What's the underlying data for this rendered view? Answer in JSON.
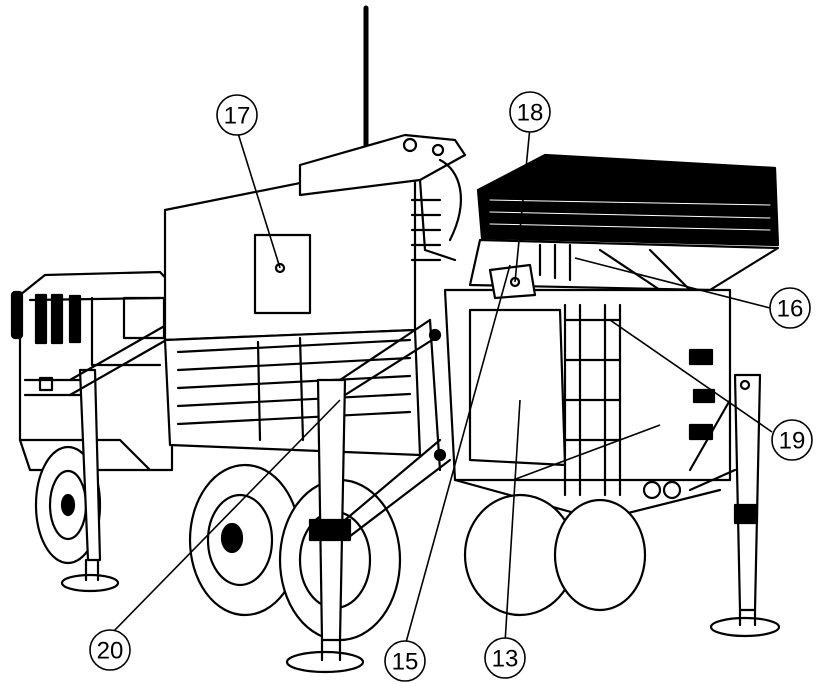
{
  "callouts": [
    {
      "id": "c17",
      "label": "17"
    },
    {
      "id": "c18",
      "label": "18"
    },
    {
      "id": "c16",
      "label": "16"
    },
    {
      "id": "c19",
      "label": "19"
    },
    {
      "id": "c20",
      "label": "20"
    },
    {
      "id": "c15",
      "label": "15"
    },
    {
      "id": "c13",
      "label": "13"
    }
  ],
  "icon": "radar-trailer-truck-line-drawing"
}
